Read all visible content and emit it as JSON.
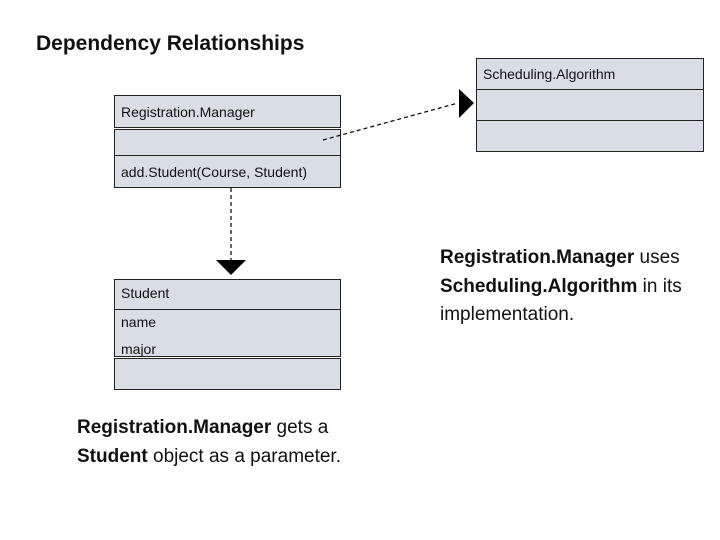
{
  "title": "Dependency Relationships",
  "classes": {
    "scheduling_algorithm": {
      "name": "Scheduling.Algorithm"
    },
    "registration_manager": {
      "name": "Registration.Manager",
      "operation": "add.Student(Course, Student)"
    },
    "student": {
      "name": "Student",
      "attributes": [
        "name",
        "major"
      ]
    }
  },
  "notes": {
    "uses": {
      "subject": "Registration.Manager",
      "verb": " uses",
      "object": "Scheduling.Algorithm",
      "rest": " in its",
      "last": "implementation."
    },
    "parameter": {
      "subject": "Registration.Manager",
      "rest": " gets a",
      "object": "Student",
      "last": " object as a parameter."
    }
  },
  "colors": {
    "box_fill": "#d9dde6",
    "border": "#222222",
    "arrow": "#000000"
  }
}
